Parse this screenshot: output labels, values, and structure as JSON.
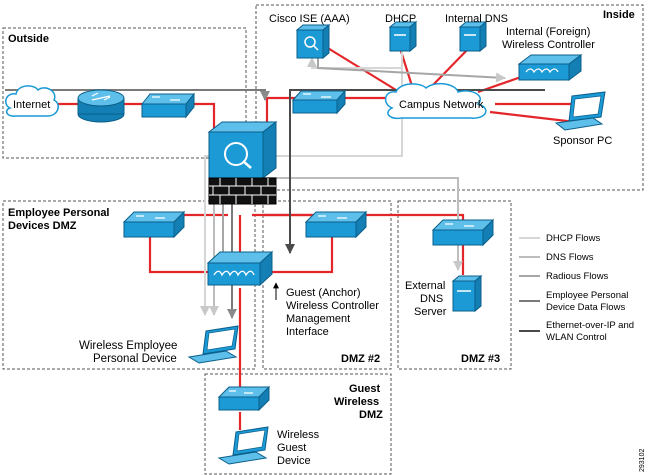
{
  "zones": {
    "inside": "Inside",
    "outside": "Outside",
    "employee_dmz": [
      "Employee Personal",
      "Devices DMZ"
    ],
    "dmz2": "DMZ #2",
    "dmz3": "DMZ #3",
    "guest_dmz": [
      "Guest",
      "Wireless",
      "DMZ"
    ]
  },
  "nodes": {
    "cisco_ise": "Cisco ISE (AAA)",
    "dhcp": "DHCP",
    "internal_dns": "Internal DNS",
    "foreign_wlc": [
      "Internal (Foreign)",
      "Wireless Controller"
    ],
    "campus_network": "Campus Network",
    "sponsor_pc": "Sponsor PC",
    "internet": "Internet",
    "anchor_wlc": [
      "Guest (Anchor)",
      "Wireless Controller",
      "Management",
      "Interface"
    ],
    "external_dns": [
      "External",
      "DNS",
      "Server"
    ],
    "employee_device": [
      "Wireless Employee",
      "Personal Device"
    ],
    "guest_device": [
      "Wireless",
      "Guest",
      "Device"
    ]
  },
  "legend": {
    "dhcp_flows": "DHCP Flows",
    "dns_flows": "DNS Flows",
    "radius_flows": "Radious Flows",
    "employee_flows": [
      "Employee Personal",
      "Device Data Flows"
    ],
    "eoip": [
      "Ethernet-over-IP and",
      "WLAN Control"
    ]
  },
  "figure_id": "293102",
  "colors": {
    "link_red": "#e3262a",
    "device_blue": "#1b9ad6",
    "dhcp_flow": "#d6d6d6",
    "dns_flow": "#bdbdbd",
    "radius_flow": "#a6a6a6",
    "employee_flow": "#7a7a7a",
    "eoip_flow": "#4a4a4a"
  }
}
